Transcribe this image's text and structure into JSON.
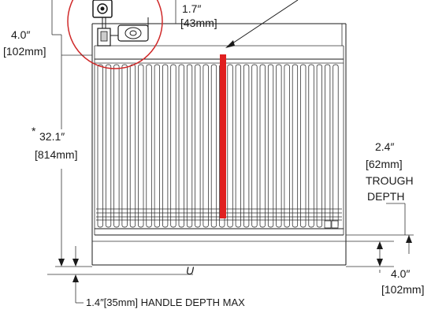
{
  "dims": {
    "top_right_value": "1.7″",
    "top_right_metric": "[43mm]",
    "left_upper_value": "4.0″",
    "left_upper_metric": "[102mm]",
    "asterisk": "*",
    "height_value": "32.1″",
    "height_metric": "[814mm]",
    "trough_value": "2.4″",
    "trough_metric": "[62mm]",
    "trough_label_1": "TROUGH",
    "trough_label_2": "DEPTH",
    "right_lower_value": "4.0″",
    "right_lower_metric": "[102mm]",
    "handle_label": "1.4″[35mm] HANDLE DEPTH MAX",
    "center_mark": "U"
  },
  "colors": {
    "line": "#1a1a1a",
    "highlight": "#e02020",
    "callout_circle": "#d02a2a"
  },
  "icons": [
    "gas-valve-icon",
    "regulator-icon"
  ]
}
